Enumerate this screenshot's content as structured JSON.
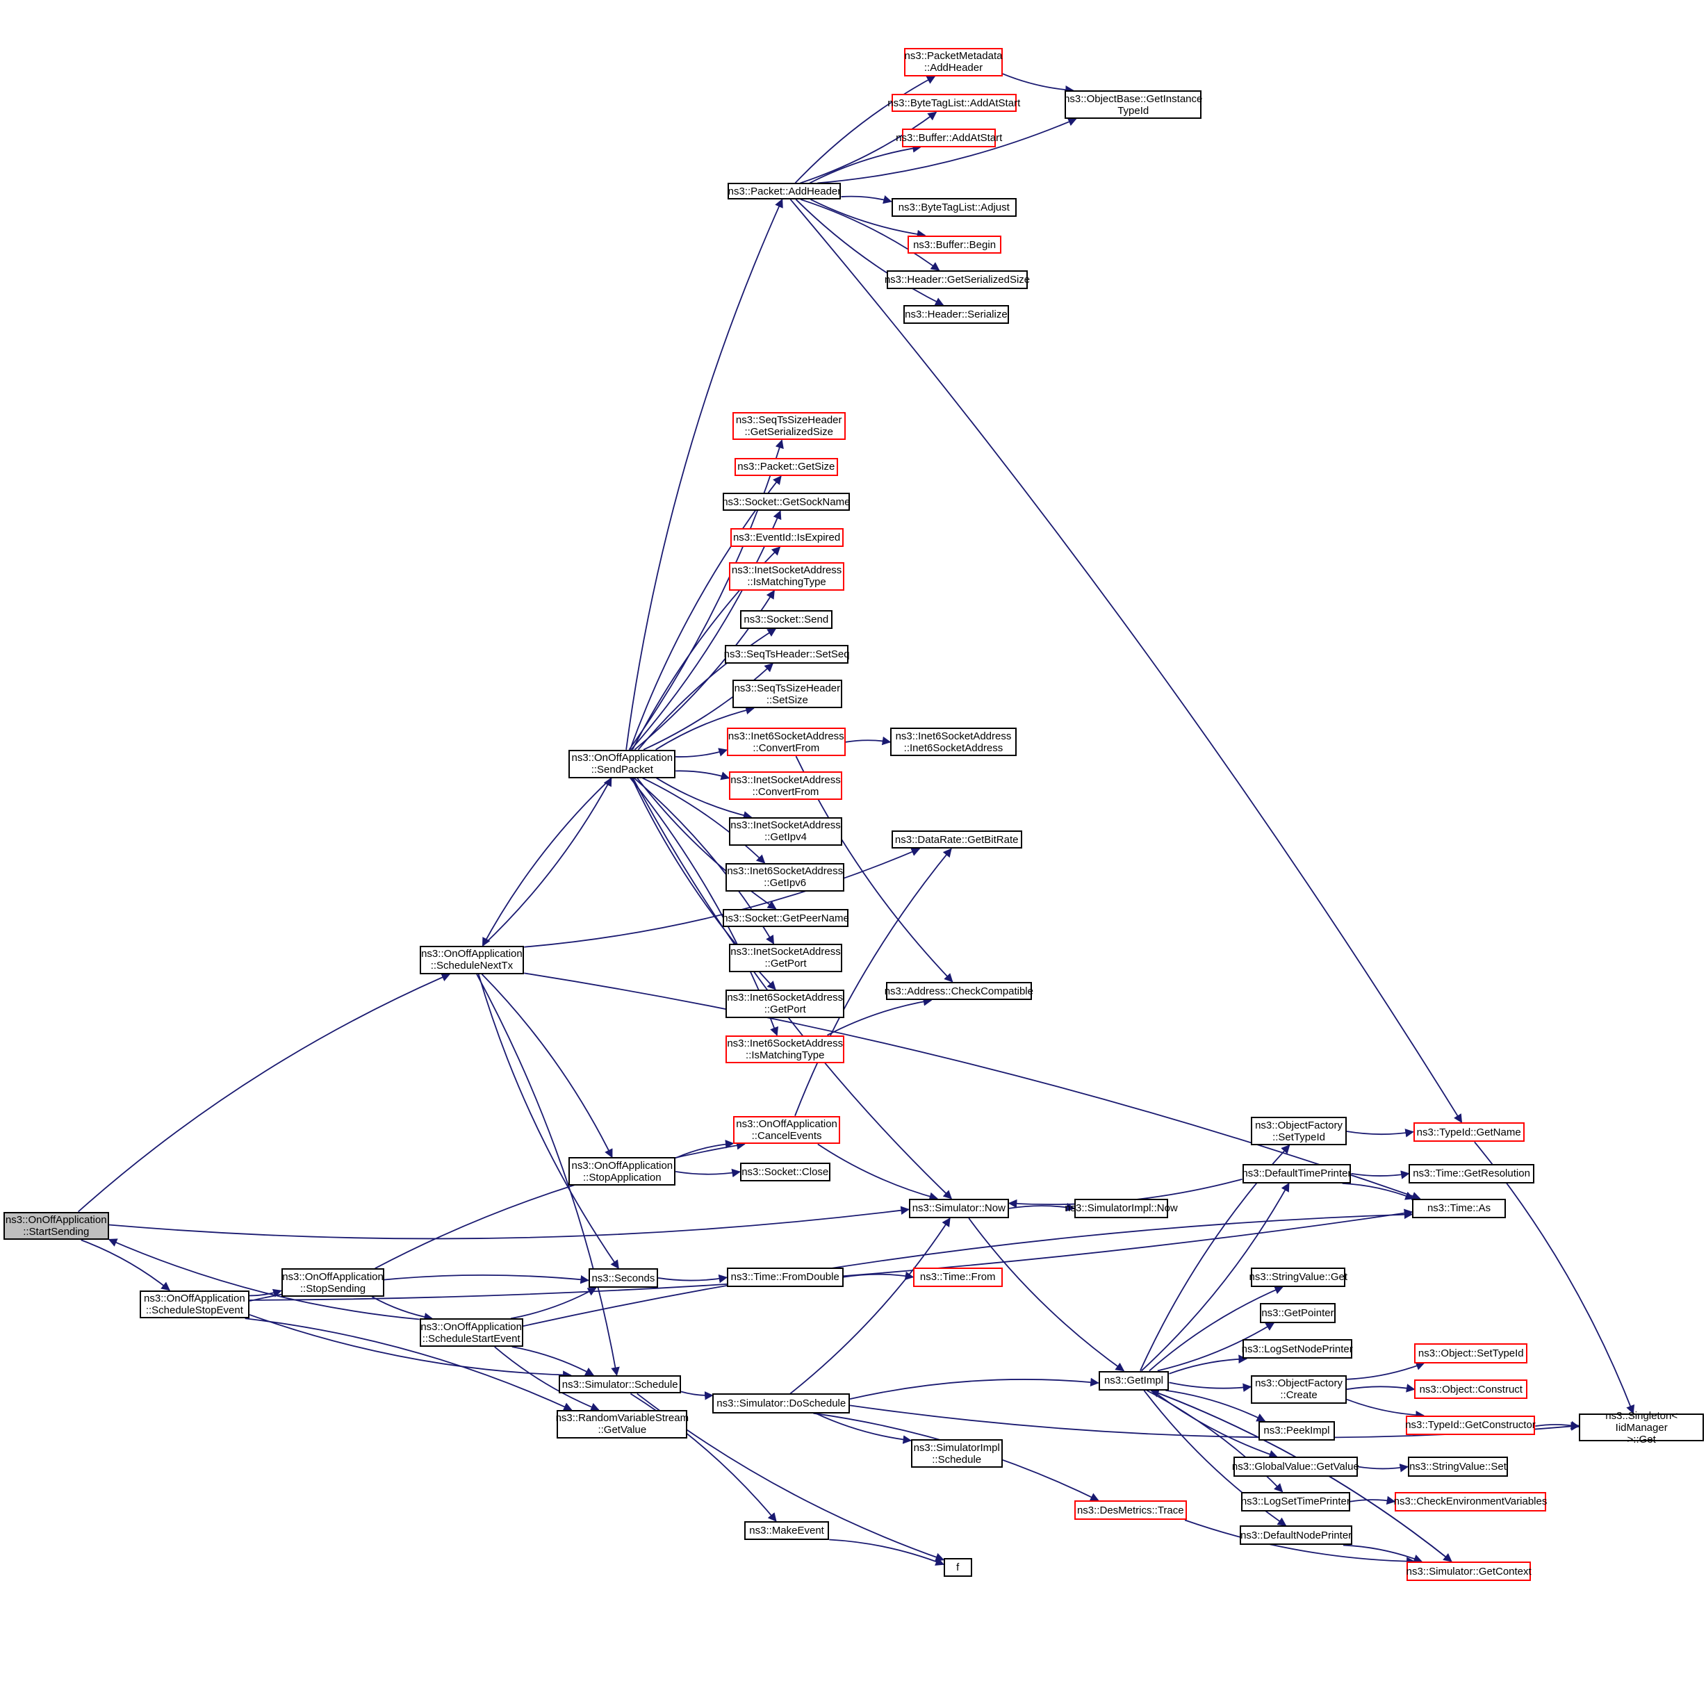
{
  "diagram": {
    "type": "call-graph",
    "colors": {
      "edge": "#191970",
      "node_border": "#000000",
      "truncated_border": "#ff0000",
      "root_fill": "#bfbfbf"
    },
    "nodes": [
      {
        "id": "startSending",
        "label": "ns3::OnOffApplication\n::StartSending",
        "style": "root"
      },
      {
        "id": "scheduleNextTx",
        "label": "ns3::OnOffApplication\n::ScheduleNextTx",
        "style": "normal"
      },
      {
        "id": "scheduleStopEvent",
        "label": "ns3::OnOffApplication\n::ScheduleStopEvent",
        "style": "normal"
      },
      {
        "id": "stopSending",
        "label": "ns3::OnOffApplication\n::StopSending",
        "style": "normal"
      },
      {
        "id": "scheduleStartEvent",
        "label": "ns3::OnOffApplication\n::ScheduleStartEvent",
        "style": "normal"
      },
      {
        "id": "sendPacket",
        "label": "ns3::OnOffApplication\n::SendPacket",
        "style": "normal"
      },
      {
        "id": "stopApplication",
        "label": "ns3::OnOffApplication\n::StopApplication",
        "style": "normal"
      },
      {
        "id": "cancelEvents",
        "label": "ns3::OnOffApplication\n::CancelEvents",
        "style": "red"
      },
      {
        "id": "socketClose",
        "label": "ns3::Socket::Close",
        "style": "normal"
      },
      {
        "id": "seconds",
        "label": "ns3::Seconds",
        "style": "normal"
      },
      {
        "id": "simSchedule",
        "label": "ns3::Simulator::Schedule",
        "style": "normal"
      },
      {
        "id": "rvsGetValue",
        "label": "ns3::RandomVariableStream\n::GetValue",
        "style": "normal"
      },
      {
        "id": "packetAddHeader",
        "label": "ns3::Packet::AddHeader",
        "style": "normal"
      },
      {
        "id": "pmAddHeader",
        "label": "ns3::PacketMetadata\n::AddHeader",
        "style": "red"
      },
      {
        "id": "btlAddAtStart",
        "label": "ns3::ByteTagList::AddAtStart",
        "style": "red"
      },
      {
        "id": "bufAddAtStart",
        "label": "ns3::Buffer::AddAtStart",
        "style": "red"
      },
      {
        "id": "obGetInstanceTypeId",
        "label": "ns3::ObjectBase::GetInstance\nTypeId",
        "style": "normal"
      },
      {
        "id": "btlAdjust",
        "label": "ns3::ByteTagList::Adjust",
        "style": "normal"
      },
      {
        "id": "bufBegin",
        "label": "ns3::Buffer::Begin",
        "style": "red"
      },
      {
        "id": "hdrGetSerSize",
        "label": "ns3::Header::GetSerializedSize",
        "style": "normal"
      },
      {
        "id": "hdrSerialize",
        "label": "ns3::Header::Serialize",
        "style": "normal"
      },
      {
        "id": "stshGetSerSize",
        "label": "ns3::SeqTsSizeHeader\n::GetSerializedSize",
        "style": "red"
      },
      {
        "id": "pktGetSize",
        "label": "ns3::Packet::GetSize",
        "style": "red"
      },
      {
        "id": "sockGetSockName",
        "label": "ns3::Socket::GetSockName",
        "style": "normal"
      },
      {
        "id": "eidIsExpired",
        "label": "ns3::EventId::IsExpired",
        "style": "red"
      },
      {
        "id": "isaIsMatching",
        "label": "ns3::InetSocketAddress\n::IsMatchingType",
        "style": "red"
      },
      {
        "id": "sockSend",
        "label": "ns3::Socket::Send",
        "style": "normal"
      },
      {
        "id": "sthSetSeq",
        "label": "ns3::SeqTsHeader::SetSeq",
        "style": "normal"
      },
      {
        "id": "stshSetSize",
        "label": "ns3::SeqTsSizeHeader\n::SetSize",
        "style": "normal"
      },
      {
        "id": "i6saConvertFrom",
        "label": "ns3::Inet6SocketAddress\n::ConvertFrom",
        "style": "red"
      },
      {
        "id": "i6saCtor",
        "label": "ns3::Inet6SocketAddress\n::Inet6SocketAddress",
        "style": "normal"
      },
      {
        "id": "isaConvertFrom",
        "label": "ns3::InetSocketAddress\n::ConvertFrom",
        "style": "red"
      },
      {
        "id": "isaGetIpv4",
        "label": "ns3::InetSocketAddress\n::GetIpv4",
        "style": "normal"
      },
      {
        "id": "i6saGetIpv6",
        "label": "ns3::Inet6SocketAddress\n::GetIpv6",
        "style": "normal"
      },
      {
        "id": "sockGetPeerName",
        "label": "ns3::Socket::GetPeerName",
        "style": "normal"
      },
      {
        "id": "isaGetPort",
        "label": "ns3::InetSocketAddress\n::GetPort",
        "style": "normal"
      },
      {
        "id": "i6saGetPort",
        "label": "ns3::Inet6SocketAddress\n::GetPort",
        "style": "normal"
      },
      {
        "id": "i6saIsMatching",
        "label": "ns3::Inet6SocketAddress\n::IsMatchingType",
        "style": "red"
      },
      {
        "id": "drGetBitRate",
        "label": "ns3::DataRate::GetBitRate",
        "style": "normal"
      },
      {
        "id": "addrCheckCompat",
        "label": "ns3::Address::CheckCompatible",
        "style": "normal"
      },
      {
        "id": "simNow",
        "label": "ns3::Simulator::Now",
        "style": "normal"
      },
      {
        "id": "simImplNow",
        "label": "ns3::SimulatorImpl::Now",
        "style": "normal"
      },
      {
        "id": "timeFromDouble",
        "label": "ns3::Time::FromDouble",
        "style": "normal"
      },
      {
        "id": "timeFrom",
        "label": "ns3::Time::From",
        "style": "red"
      },
      {
        "id": "simDoSchedule",
        "label": "ns3::Simulator::DoSchedule",
        "style": "normal"
      },
      {
        "id": "simImplSchedule",
        "label": "ns3::SimulatorImpl\n::Schedule",
        "style": "normal"
      },
      {
        "id": "makeEvent",
        "label": "ns3::MakeEvent",
        "style": "normal"
      },
      {
        "id": "f",
        "label": "f",
        "style": "normal"
      },
      {
        "id": "getImpl",
        "label": "ns3::GetImpl",
        "style": "normal"
      },
      {
        "id": "desTrace",
        "label": "ns3::DesMetrics::Trace",
        "style": "red"
      },
      {
        "id": "ofSetTypeId",
        "label": "ns3::ObjectFactory\n::SetTypeId",
        "style": "normal"
      },
      {
        "id": "defTimePrinter",
        "label": "ns3::DefaultTimePrinter",
        "style": "normal"
      },
      {
        "id": "tidGetName",
        "label": "ns3::TypeId::GetName",
        "style": "red"
      },
      {
        "id": "timeGetResolution",
        "label": "ns3::Time::GetResolution",
        "style": "normal"
      },
      {
        "id": "timeAs",
        "label": "ns3::Time::As",
        "style": "normal"
      },
      {
        "id": "svGet",
        "label": "ns3::StringValue::Get",
        "style": "normal"
      },
      {
        "id": "getPointer",
        "label": "ns3::GetPointer",
        "style": "normal"
      },
      {
        "id": "logSetNodePrinter",
        "label": "ns3::LogSetNodePrinter",
        "style": "normal"
      },
      {
        "id": "ofCreate",
        "label": "ns3::ObjectFactory\n::Create",
        "style": "normal"
      },
      {
        "id": "objSetTypeId",
        "label": "ns3::Object::SetTypeId",
        "style": "red"
      },
      {
        "id": "objConstruct",
        "label": "ns3::Object::Construct",
        "style": "red"
      },
      {
        "id": "tidGetCtor",
        "label": "ns3::TypeId::GetConstructor",
        "style": "red"
      },
      {
        "id": "singletonGet",
        "label": "ns3::Singleton< IidManager\n>::Get",
        "style": "normal"
      },
      {
        "id": "peekImpl",
        "label": "ns3::PeekImpl",
        "style": "normal"
      },
      {
        "id": "gvGetValue",
        "label": "ns3::GlobalValue::GetValue",
        "style": "normal"
      },
      {
        "id": "svSet",
        "label": "ns3::StringValue::Set",
        "style": "normal"
      },
      {
        "id": "logSetTimePrinter",
        "label": "ns3::LogSetTimePrinter",
        "style": "normal"
      },
      {
        "id": "checkEnvVars",
        "label": "ns3::CheckEnvironmentVariables",
        "style": "red"
      },
      {
        "id": "defNodePrinter",
        "label": "ns3::DefaultNodePrinter",
        "style": "normal"
      },
      {
        "id": "simGetContext",
        "label": "ns3::Simulator::GetContext",
        "style": "red"
      }
    ],
    "edges": [
      [
        "startSending",
        "scheduleNextTx"
      ],
      [
        "startSending",
        "simNow"
      ],
      [
        "startSending",
        "scheduleStopEvent"
      ],
      [
        "scheduleStopEvent",
        "stopSending"
      ],
      [
        "scheduleStopEvent",
        "seconds"
      ],
      [
        "scheduleStopEvent",
        "simSchedule"
      ],
      [
        "scheduleStopEvent",
        "rvsGetValue"
      ],
      [
        "scheduleStopEvent",
        "timeAs"
      ],
      [
        "stopSending",
        "cancelEvents"
      ],
      [
        "stopSending",
        "scheduleStartEvent"
      ],
      [
        "scheduleStartEvent",
        "startSending"
      ],
      [
        "scheduleStartEvent",
        "seconds"
      ],
      [
        "scheduleStartEvent",
        "simSchedule"
      ],
      [
        "scheduleStartEvent",
        "rvsGetValue"
      ],
      [
        "scheduleStartEvent",
        "timeAs"
      ],
      [
        "scheduleNextTx",
        "sendPacket"
      ],
      [
        "scheduleNextTx",
        "stopApplication"
      ],
      [
        "scheduleNextTx",
        "seconds"
      ],
      [
        "scheduleNextTx",
        "simSchedule"
      ],
      [
        "scheduleNextTx",
        "drGetBitRate"
      ],
      [
        "scheduleNextTx",
        "timeAs"
      ],
      [
        "sendPacket",
        "scheduleNextTx"
      ],
      [
        "sendPacket",
        "packetAddHeader"
      ],
      [
        "sendPacket",
        "stshGetSerSize"
      ],
      [
        "sendPacket",
        "pktGetSize"
      ],
      [
        "sendPacket",
        "sockGetSockName"
      ],
      [
        "sendPacket",
        "eidIsExpired"
      ],
      [
        "sendPacket",
        "isaIsMatching"
      ],
      [
        "sendPacket",
        "sockSend"
      ],
      [
        "sendPacket",
        "sthSetSeq"
      ],
      [
        "sendPacket",
        "stshSetSize"
      ],
      [
        "sendPacket",
        "i6saConvertFrom"
      ],
      [
        "sendPacket",
        "isaConvertFrom"
      ],
      [
        "sendPacket",
        "isaGetIpv4"
      ],
      [
        "sendPacket",
        "i6saGetIpv6"
      ],
      [
        "sendPacket",
        "sockGetPeerName"
      ],
      [
        "sendPacket",
        "isaGetPort"
      ],
      [
        "sendPacket",
        "i6saGetPort"
      ],
      [
        "sendPacket",
        "i6saIsMatching"
      ],
      [
        "sendPacket",
        "simNow"
      ],
      [
        "stopApplication",
        "cancelEvents"
      ],
      [
        "stopApplication",
        "socketClose"
      ],
      [
        "cancelEvents",
        "drGetBitRate"
      ],
      [
        "cancelEvents",
        "simNow"
      ],
      [
        "packetAddHeader",
        "pmAddHeader"
      ],
      [
        "packetAddHeader",
        "btlAddAtStart"
      ],
      [
        "packetAddHeader",
        "bufAddAtStart"
      ],
      [
        "packetAddHeader",
        "obGetInstanceTypeId"
      ],
      [
        "packetAddHeader",
        "btlAdjust"
      ],
      [
        "packetAddHeader",
        "bufBegin"
      ],
      [
        "packetAddHeader",
        "hdrGetSerSize"
      ],
      [
        "packetAddHeader",
        "hdrSerialize"
      ],
      [
        "packetAddHeader",
        "tidGetName"
      ],
      [
        "pmAddHeader",
        "obGetInstanceTypeId"
      ],
      [
        "i6saConvertFrom",
        "i6saCtor"
      ],
      [
        "i6saConvertFrom",
        "addrCheckCompat"
      ],
      [
        "i6saIsMatching",
        "addrCheckCompat"
      ],
      [
        "seconds",
        "timeFromDouble"
      ],
      [
        "timeFromDouble",
        "timeFrom"
      ],
      [
        "simSchedule",
        "simDoSchedule"
      ],
      [
        "simSchedule",
        "makeEvent"
      ],
      [
        "simSchedule",
        "f"
      ],
      [
        "makeEvent",
        "f"
      ],
      [
        "simDoSchedule",
        "simNow"
      ],
      [
        "simDoSchedule",
        "getImpl"
      ],
      [
        "simDoSchedule",
        "simImplSchedule"
      ],
      [
        "simDoSchedule",
        "desTrace"
      ],
      [
        "simDoSchedule",
        "singletonGet"
      ],
      [
        "simNow",
        "simImplNow"
      ],
      [
        "simNow",
        "getImpl"
      ],
      [
        "getImpl",
        "ofSetTypeId"
      ],
      [
        "getImpl",
        "defTimePrinter"
      ],
      [
        "getImpl",
        "svGet"
      ],
      [
        "getImpl",
        "getPointer"
      ],
      [
        "getImpl",
        "logSetNodePrinter"
      ],
      [
        "getImpl",
        "ofCreate"
      ],
      [
        "getImpl",
        "peekImpl"
      ],
      [
        "getImpl",
        "gvGetValue"
      ],
      [
        "getImpl",
        "logSetTimePrinter"
      ],
      [
        "getImpl",
        "defNodePrinter"
      ],
      [
        "getImpl",
        "simGetContext"
      ],
      [
        "desTrace",
        "simGetContext"
      ],
      [
        "defNodePrinter",
        "simGetContext"
      ],
      [
        "simGetContext",
        "getImpl"
      ],
      [
        "defTimePrinter",
        "simNow"
      ],
      [
        "defTimePrinter",
        "timeGetResolution"
      ],
      [
        "defTimePrinter",
        "timeAs"
      ],
      [
        "ofSetTypeId",
        "tidGetName"
      ],
      [
        "tidGetName",
        "singletonGet"
      ],
      [
        "ofCreate",
        "objSetTypeId"
      ],
      [
        "ofCreate",
        "objConstruct"
      ],
      [
        "ofCreate",
        "tidGetCtor"
      ],
      [
        "tidGetCtor",
        "singletonGet"
      ],
      [
        "gvGetValue",
        "svSet"
      ],
      [
        "logSetTimePrinter",
        "checkEnvVars"
      ]
    ]
  }
}
